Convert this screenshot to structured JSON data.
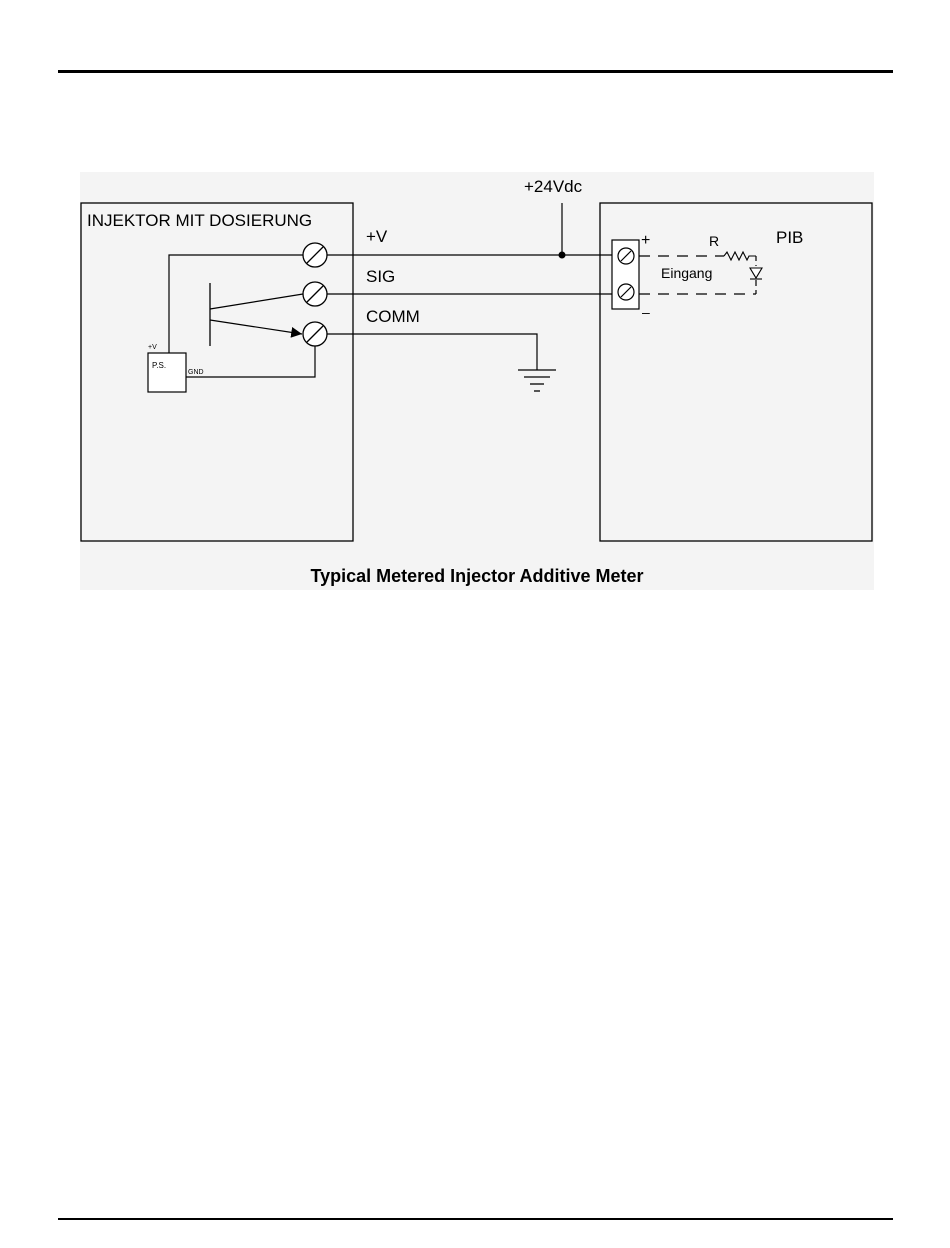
{
  "diagram": {
    "left_box_title": "INJEKTOR MIT DOSIERUNG",
    "right_box_title": "PIB",
    "supply_label": "+24Vdc",
    "wires": {
      "v_label": "+V",
      "sig_label": "SIG",
      "comm_label": "COMM"
    },
    "power_supply": {
      "label": "P.S.",
      "plus_label": "+V",
      "gnd_label": "GND"
    },
    "input": {
      "plus": "+",
      "minus": "–",
      "r_label": "R",
      "label": "Eingang"
    },
    "caption": "Typical Metered Injector Additive Meter"
  }
}
